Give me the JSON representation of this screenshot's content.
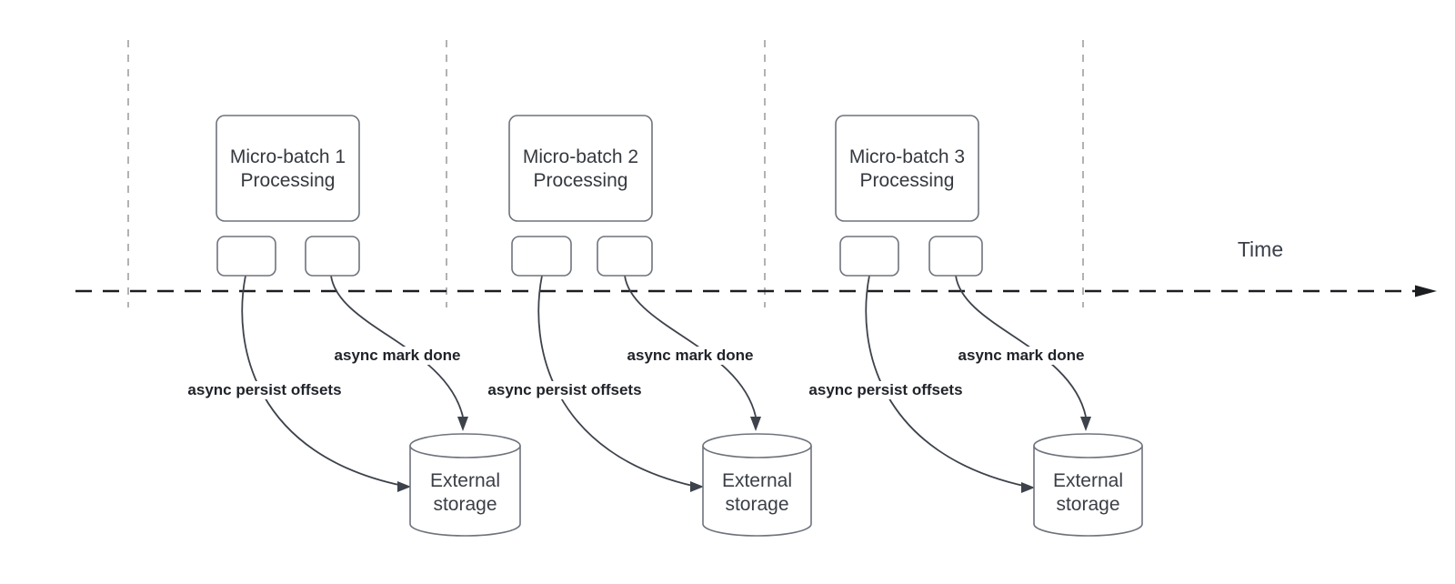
{
  "timeline": {
    "label": "Time"
  },
  "groups": [
    {
      "name": "micro-batch-1",
      "process_label": [
        "Micro-batch 1",
        "Processing"
      ],
      "persist_label": "async persist offsets",
      "done_label": "async mark done",
      "storage_label": [
        "External",
        "storage"
      ]
    },
    {
      "name": "micro-batch-2",
      "process_label": [
        "Micro-batch 2",
        "Processing"
      ],
      "persist_label": "async persist offsets",
      "done_label": "async mark done",
      "storage_label": [
        "External",
        "storage"
      ]
    },
    {
      "name": "micro-batch-3",
      "process_label": [
        "Micro-batch 3",
        "Processing"
      ],
      "persist_label": "async persist offsets",
      "done_label": "async mark done",
      "storage_label": [
        "External",
        "storage"
      ]
    }
  ],
  "colors": {
    "background": "#ffffff",
    "shape_border": "#6e737c",
    "arrow": "#3d424b",
    "timeline": "#1b1d21",
    "guide_line": "#b2b2b2",
    "shape_text": "#35393f",
    "edge_label_text": "#202329"
  }
}
